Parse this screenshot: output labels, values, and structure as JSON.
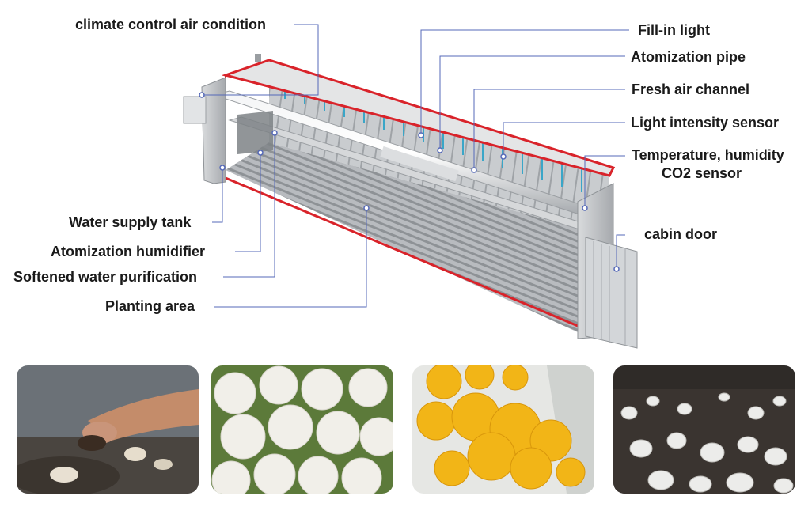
{
  "labels": {
    "climate": "climate control air condition",
    "fill_light": "Fill-in light",
    "atomization_pipe": "Atomization pipe",
    "fresh_air": "Fresh air channel",
    "light_sensor": "Light intensity sensor",
    "temp_sensor_line1": "Temperature, humidity",
    "temp_sensor_line2": "CO2 sensor",
    "water_tank": "Water supply tank",
    "humidifier": "Atomization humidifier",
    "softened_water": "Softened water purification",
    "planting_area": "Planting area",
    "cabin_door": "cabin door"
  },
  "colors": {
    "leader_line": "#5468b8",
    "container_edge": "#d9232a",
    "tube_accent": "#3aa6c8",
    "panel_gray": "#b9bcc0"
  },
  "photos": [
    "shiitake-photo",
    "lions-mane-photo",
    "golden-fungus-photo",
    "button-mushroom-photo"
  ]
}
